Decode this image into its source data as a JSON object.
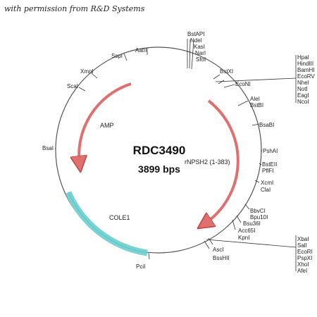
{
  "caption": "with permission from R&D Systems",
  "plasmid": {
    "name": "RDC3490",
    "size": "3899 bps"
  },
  "features": {
    "amp": "AMP",
    "insert": "rNPSH2 (1-383)",
    "ori": "COLE1"
  },
  "colors": {
    "backbone": "#555555",
    "amp": "#e07070",
    "insert": "#e07070",
    "ori": "#79d3d3"
  },
  "sites": {
    "bstapi": "BstAPI",
    "ndei": "NdeI",
    "kasi": "KasI",
    "nari": "NarI",
    "sfoi": "SfoI",
    "aatii": "AatII",
    "sspi": "SspI",
    "xmni": "XmnI",
    "scai": "ScaI",
    "bsai": "BsaI",
    "pcii": "PciI",
    "bstxi": "BstXI",
    "econi": "EcoNI",
    "alei": "AleI",
    "bstbi": "BstBI",
    "bsabi": "BsaBI",
    "pshai": "PshAI",
    "bsteii": "BstEII",
    "pflfi": "PflFI",
    "xcmi": "XcmI",
    "clai": "ClaI",
    "bbvci": "BbvCI",
    "bpu10i": "Bpu10I",
    "bsu36i": "Bsu36I",
    "acc65i": "Acc65I",
    "kpni": "KpnI",
    "asci": "AscI",
    "bsshii": "BssHII"
  },
  "mcs1": [
    "HpaI",
    "HindIII",
    "BamHI",
    "EcoRV",
    "NheI",
    "NotI",
    "EagI",
    "NcoI"
  ],
  "mcs2": [
    "XbaI",
    "SalI",
    "EcoRI",
    "PspXI",
    "XhoI",
    "AfeI"
  ]
}
